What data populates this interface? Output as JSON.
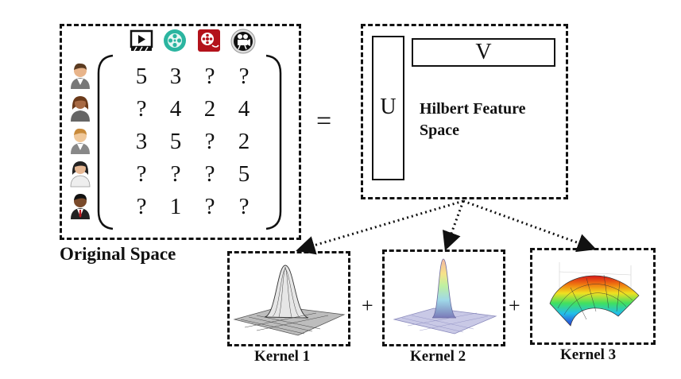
{
  "original_space": {
    "label": "Original Space",
    "media_icons": [
      "film-clapper-icon",
      "film-reel-icon",
      "camera-reel-icon",
      "movie-camera-icon"
    ],
    "user_icons": [
      "user-male-icon",
      "user-female-icon",
      "user-male-icon",
      "user-female-icon",
      "user-businessman-icon"
    ],
    "matrix": [
      [
        "5",
        "3",
        "?",
        "?"
      ],
      [
        "?",
        "4",
        "2",
        "4"
      ],
      [
        "3",
        "5",
        "?",
        "2"
      ],
      [
        "?",
        "?",
        "?",
        "5"
      ],
      [
        "?",
        "1",
        "?",
        "?"
      ]
    ]
  },
  "equals": "=",
  "feature_space": {
    "u_label": "U",
    "v_label": "V",
    "title_line1": "Hilbert Feature",
    "title_line2": "Space"
  },
  "kernels": [
    {
      "label": "Kernel 1",
      "style": "grey-mesh-gaussian"
    },
    {
      "label": "Kernel 2",
      "style": "colored-narrow-gaussian"
    },
    {
      "label": "Kernel 3",
      "style": "colored-wide-dome"
    }
  ],
  "plus": "+",
  "colors": {
    "line": "#111111",
    "teal": "#2bb5a0",
    "red": "#b3121b"
  }
}
